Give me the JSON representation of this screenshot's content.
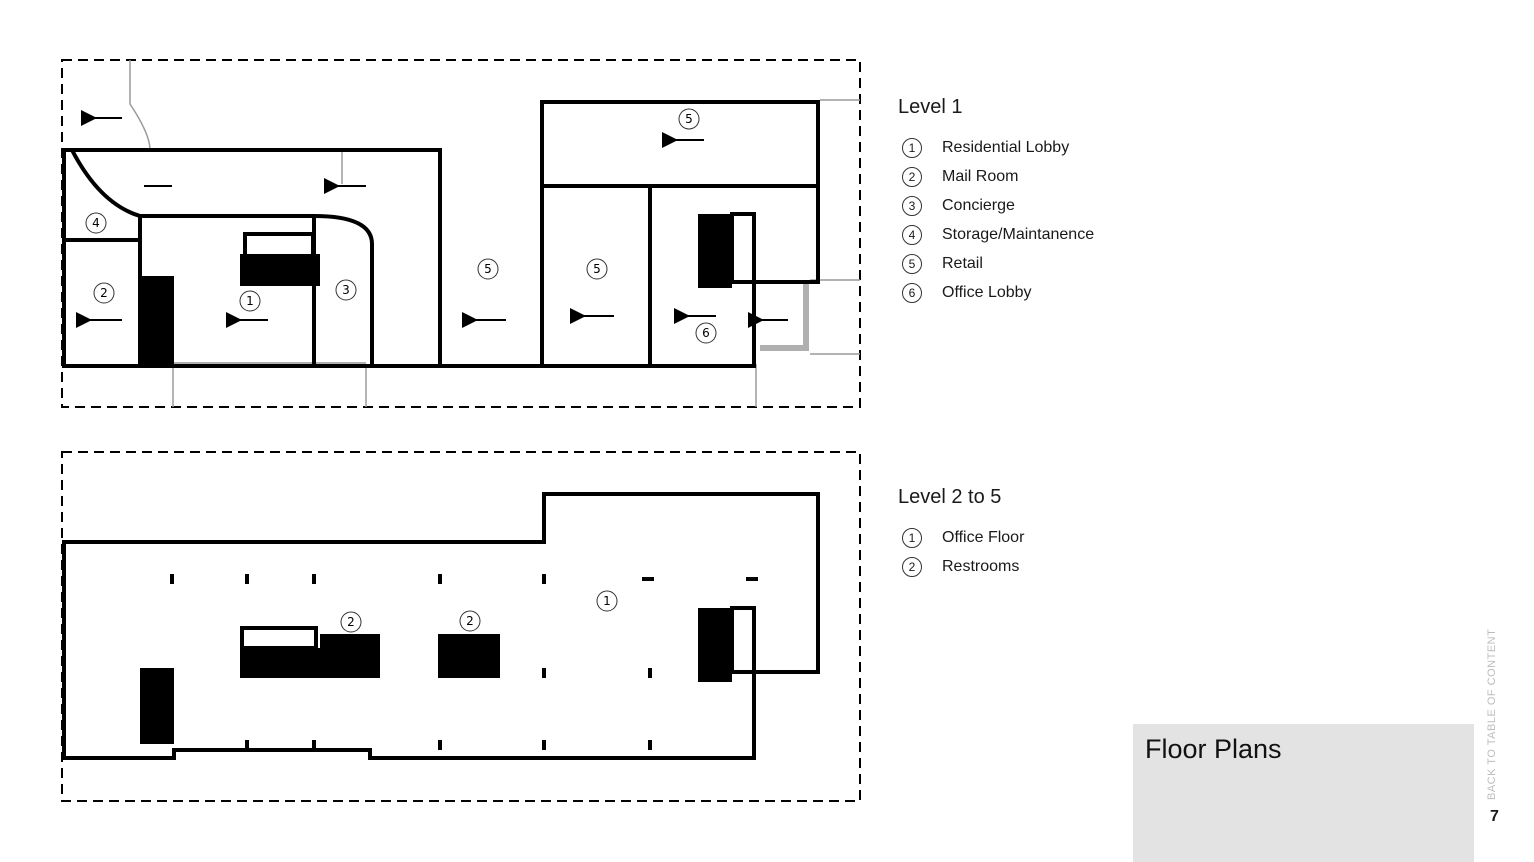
{
  "level1": {
    "title": "Level 1",
    "legend": [
      {
        "num": "1",
        "label": "Residential Lobby"
      },
      {
        "num": "2",
        "label": "Mail Room"
      },
      {
        "num": "3",
        "label": "Concierge"
      },
      {
        "num": "4",
        "label": "Storage/Maintanence"
      },
      {
        "num": "5",
        "label": "Retail"
      },
      {
        "num": "6",
        "label": "Office Lobby"
      }
    ],
    "plan_tags": {
      "t1": "1",
      "t2": "2",
      "t3": "3",
      "t4": "4",
      "t5a": "5",
      "t5b": "5",
      "t5c": "5",
      "t6": "6"
    }
  },
  "level2": {
    "title": "Level 2 to 5",
    "legend": [
      {
        "num": "1",
        "label": "Office Floor"
      },
      {
        "num": "2",
        "label": "Restrooms"
      }
    ],
    "plan_tags": {
      "t1": "1",
      "t2a": "2",
      "t2b": "2"
    }
  },
  "title_card": "Floor Plans",
  "side_link": "BACK TO TABLE OF CONTENT",
  "page_number": "7"
}
